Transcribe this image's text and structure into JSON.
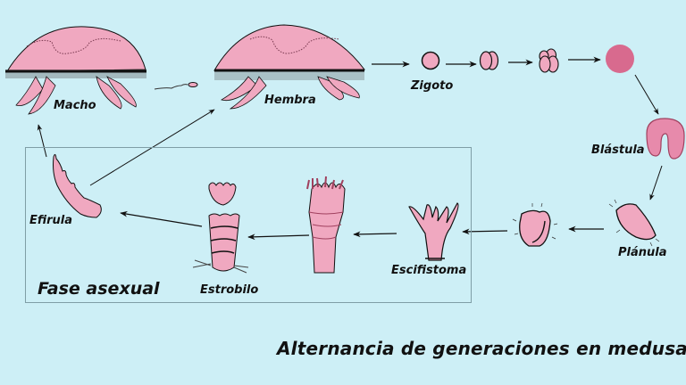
{
  "title": "Alternancia de generaciones en medusas",
  "asexual_phase_label": "Fase asexual",
  "colors": {
    "background": "#cdeff6",
    "organism_fill": "#f0a8c0",
    "morula_fill": "#d86a8e",
    "outline": "#111111",
    "box_border": "#7f9ea6"
  },
  "stages": {
    "macho": "Macho",
    "hembra": "Hembra",
    "zigoto": "Zigoto",
    "blastula": "Blástula",
    "planula": "Plánula",
    "escifistoma": "Escifistoma",
    "estrobilo": "Estrobilo",
    "efirula": "Efirula"
  }
}
